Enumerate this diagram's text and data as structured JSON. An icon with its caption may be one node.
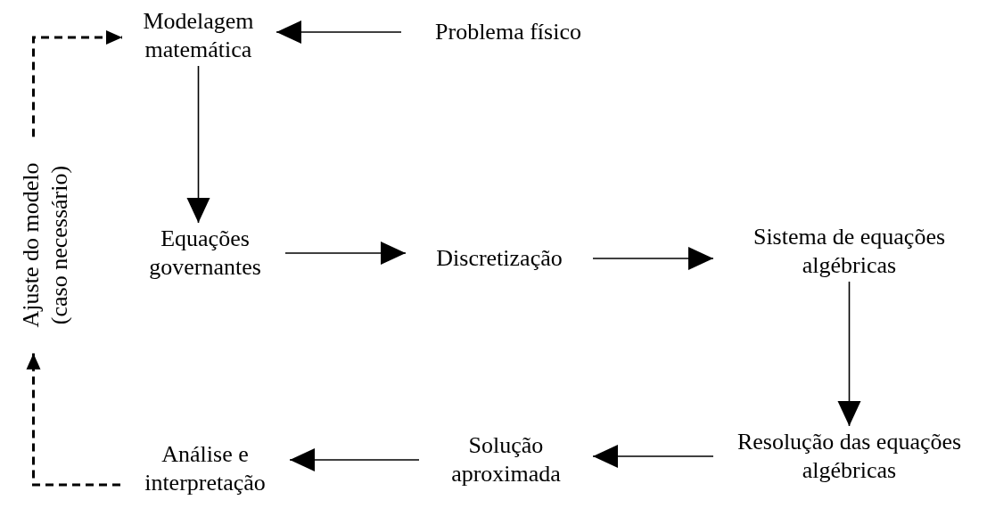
{
  "diagram": {
    "nodes": [
      {
        "text": [
          "Modelagem matemática"
        ]
      },
      {
        "text": [
          "Problema físico"
        ]
      },
      {
        "text": [
          "Equações governantes"
        ]
      },
      {
        "text": [
          "Discretização"
        ]
      },
      {
        "text": [
          "Sistema de equações algébricas"
        ]
      },
      {
        "text": [
          "Resolução das equações algébricas"
        ]
      },
      {
        "text": [
          "Solução aproximada"
        ]
      },
      {
        "text": [
          "Análise e interpretação"
        ]
      },
      {
        "text": [
          "Ajuste do modelo (caso necessário)"
        ]
      }
    ],
    "edges": [
      {
        "from": 1,
        "to": 0,
        "arrow": "to"
      },
      {
        "from": 0,
        "to": 2,
        "arrow": "to"
      },
      {
        "from": 2,
        "to": 3,
        "arrow": "to"
      },
      {
        "from": 3,
        "to": 4,
        "arrow": "to"
      },
      {
        "from": 4,
        "to": 5,
        "arrow": "to"
      },
      {
        "from": 5,
        "to": 6,
        "arrow": "to"
      },
      {
        "from": 6,
        "to": 7,
        "arrow": "to"
      },
      {
        "from": 7,
        "to": 8,
        "arrow": "to",
        "style": "dashed"
      },
      {
        "from": 8,
        "to": 0,
        "arrow": "to",
        "style": "dashed"
      }
    ]
  }
}
